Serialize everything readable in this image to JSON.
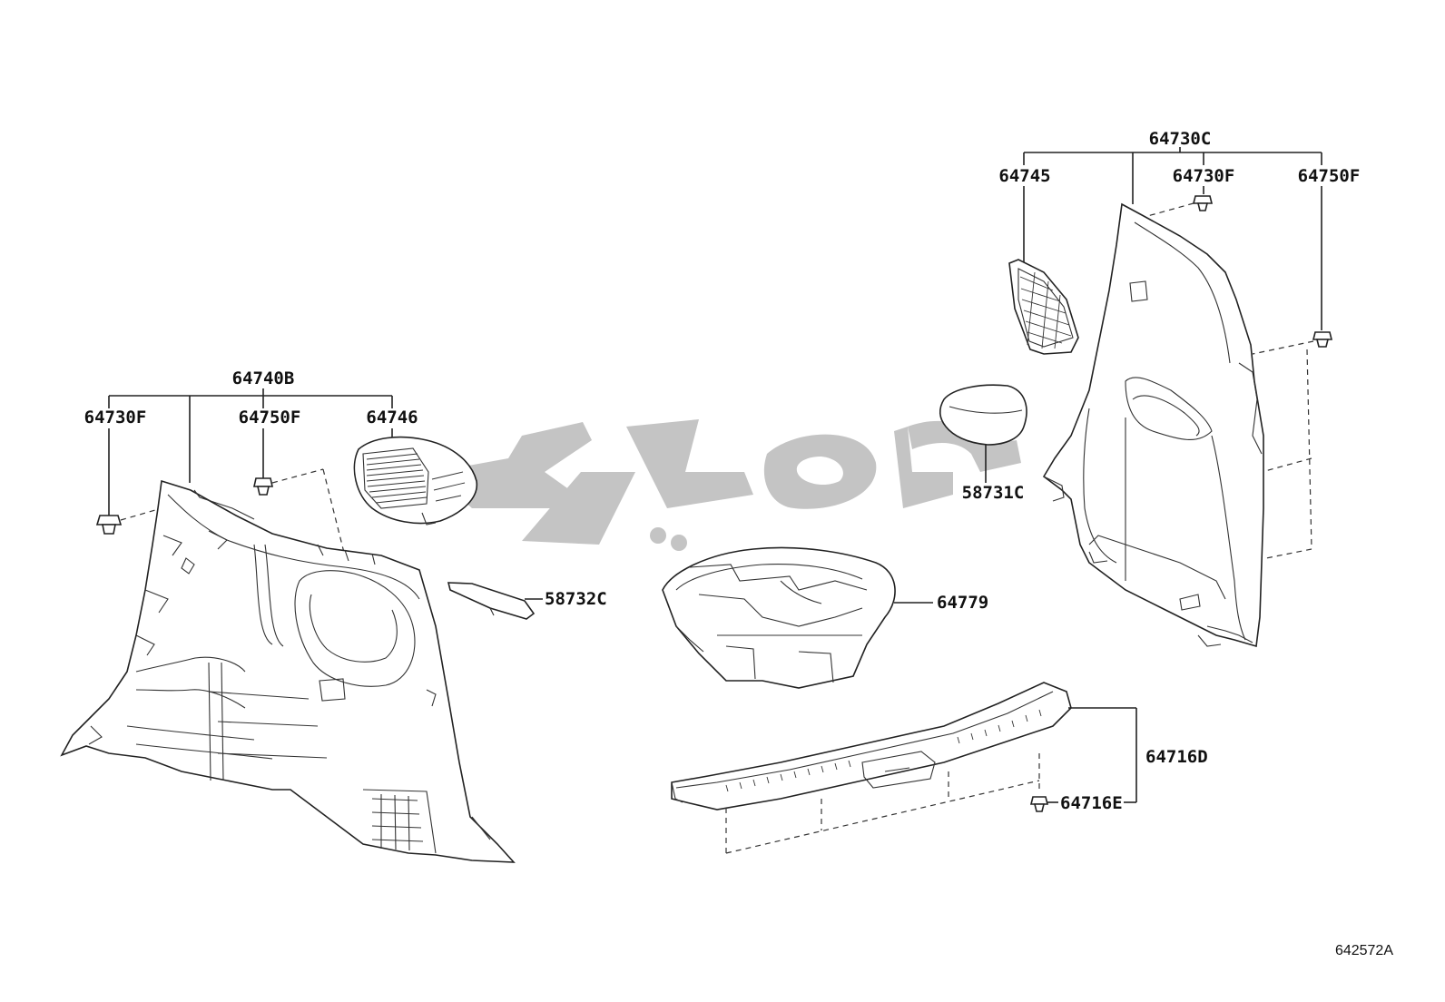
{
  "diagram_code": "642572A",
  "watermark_color": "#c4c4c4",
  "labels": {
    "l_64740B": "64740B",
    "l_64730F_left": "64730F",
    "l_64750F_left": "64750F",
    "l_64746": "64746",
    "l_58732C": "58732C",
    "l_64779": "64779",
    "l_58731C": "58731C",
    "l_64730C": "64730C",
    "l_64745": "64745",
    "l_64730F_right": "64730F",
    "l_64750F_right": "64750F",
    "l_64716D": "64716D",
    "l_64716E": "64716E"
  }
}
